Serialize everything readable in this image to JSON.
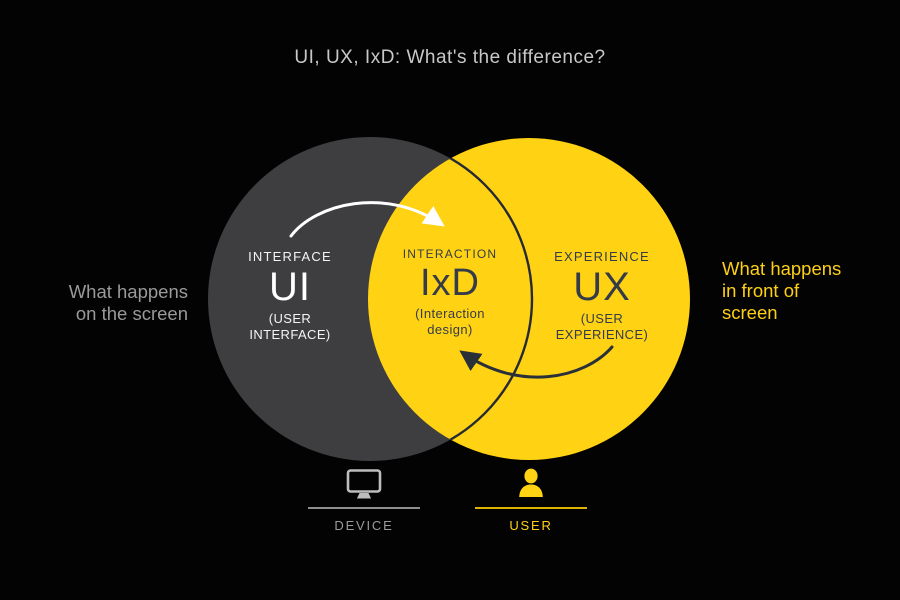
{
  "title": "UI, UX, IxD: What's the difference?",
  "venn": {
    "left": {
      "eyebrow": "INTERFACE",
      "acronym": "UI",
      "subtitle": "(USER\nINTERFACE)"
    },
    "overlap": {
      "eyebrow": "INTERACTION",
      "acronym": "IxD",
      "subtitle": "(Interaction\ndesign)"
    },
    "right": {
      "eyebrow": "EXPERIENCE",
      "acronym": "UX",
      "subtitle": "(USER\nEXPERIENCE)"
    }
  },
  "annotations": {
    "left": "What happens\non the screen",
    "right": "What happens\nin front of\nscreen"
  },
  "legend": {
    "device": {
      "label": "DEVICE",
      "icon": "monitor-icon"
    },
    "user": {
      "label": "USER",
      "icon": "person-icon"
    }
  },
  "colors": {
    "background": "#030303",
    "dark_circle": "#3E3E41",
    "yellow": "#FFD214",
    "dark_ink": "#2A3038",
    "overlap_text": "#353C48",
    "gray_text": "#9A9A9A",
    "title_text": "#C8C8C8",
    "white": "#FFFFFF",
    "gray_rule": "#8E8E8E",
    "yellow_rule": "#DCB400"
  }
}
